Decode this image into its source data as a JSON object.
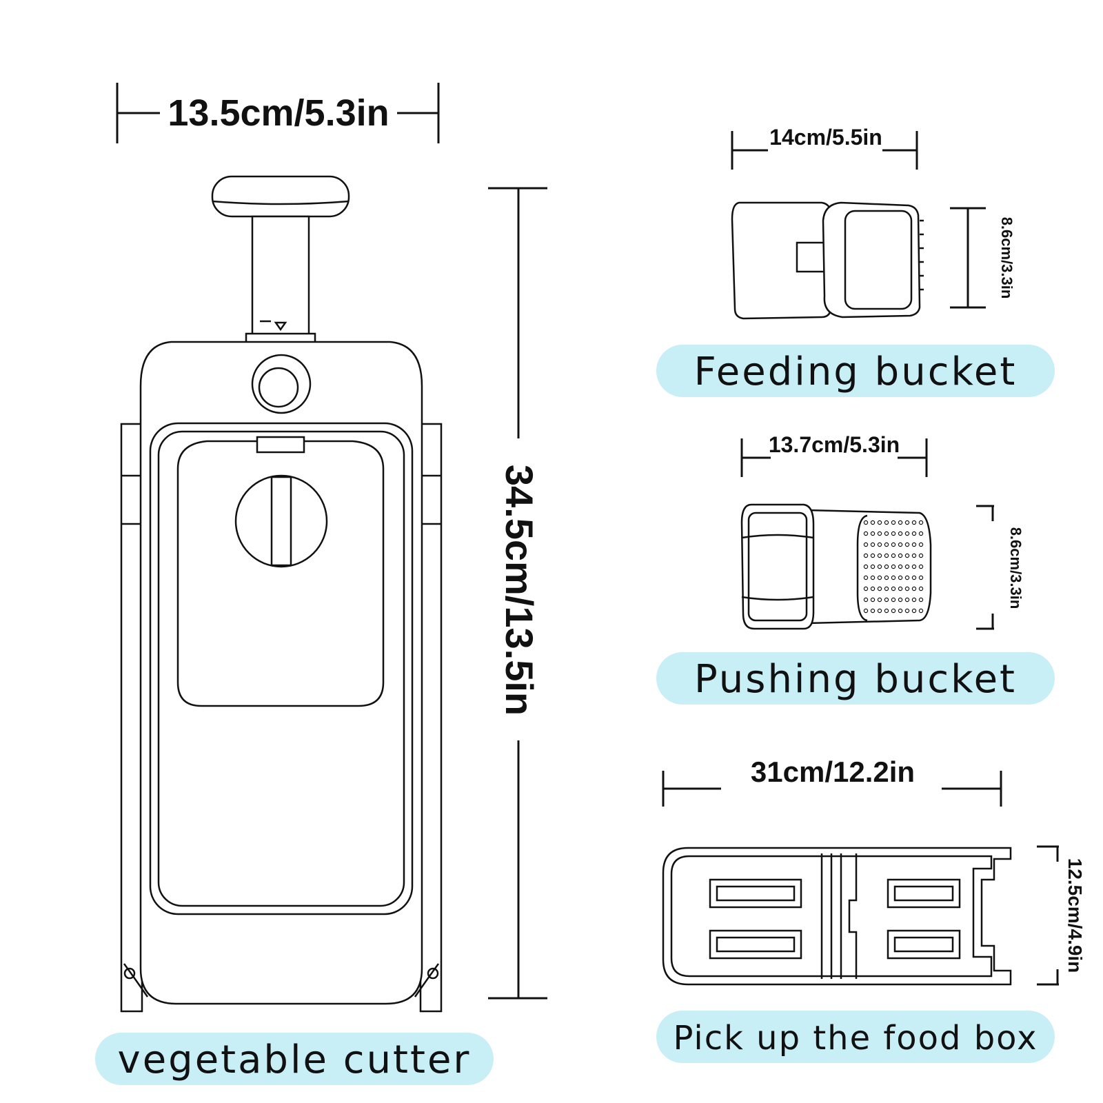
{
  "pill_color": "#c8eef6",
  "line_color": "#111111",
  "vegetable_cutter": {
    "label": "vegetable cutter",
    "width_dim": "13.5cm/5.3in",
    "height_dim": "34.5cm/13.5in"
  },
  "feeding_bucket": {
    "label": "Feeding bucket",
    "width_dim": "14cm/5.5in",
    "height_dim": "8.6cm/3.3in"
  },
  "pushing_bucket": {
    "label": "Pushing bucket",
    "width_dim": "13.7cm/5.3in",
    "height_dim": "8.6cm/3.3in"
  },
  "food_box": {
    "label": "Pick up the food box",
    "width_dim": "31cm/12.2in",
    "height_dim": "12.5cm/4.9in"
  }
}
